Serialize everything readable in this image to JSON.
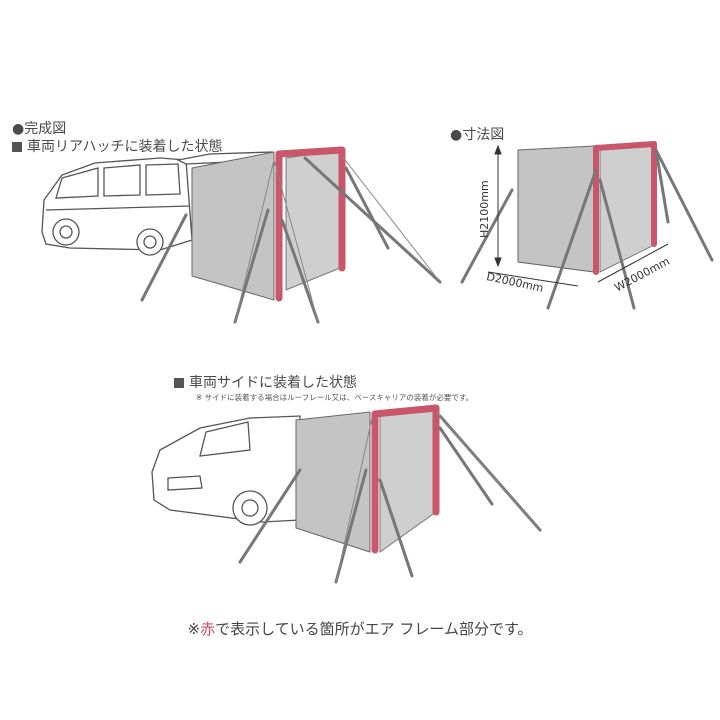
{
  "sections": {
    "complete": {
      "heading": "●完成図",
      "label": "車両リアハッチに装着した状態"
    },
    "dimensions": {
      "heading": "●寸法図",
      "height": "H2100mm",
      "depth": "D2000mm",
      "width": "W2000mm"
    },
    "side": {
      "label": "車両サイドに装着した状態",
      "note": "※ サイドに装着する場合はルーフレール又は、ベースキャリアの装着が必要です。"
    }
  },
  "footer": {
    "prefix": "※",
    "highlight": "赤",
    "suffix": "で表示している箇所がエア フレーム部分です。"
  },
  "colors": {
    "air_frame": "#c9566a",
    "panel": "#c4c4c4",
    "outline": "#555555"
  }
}
